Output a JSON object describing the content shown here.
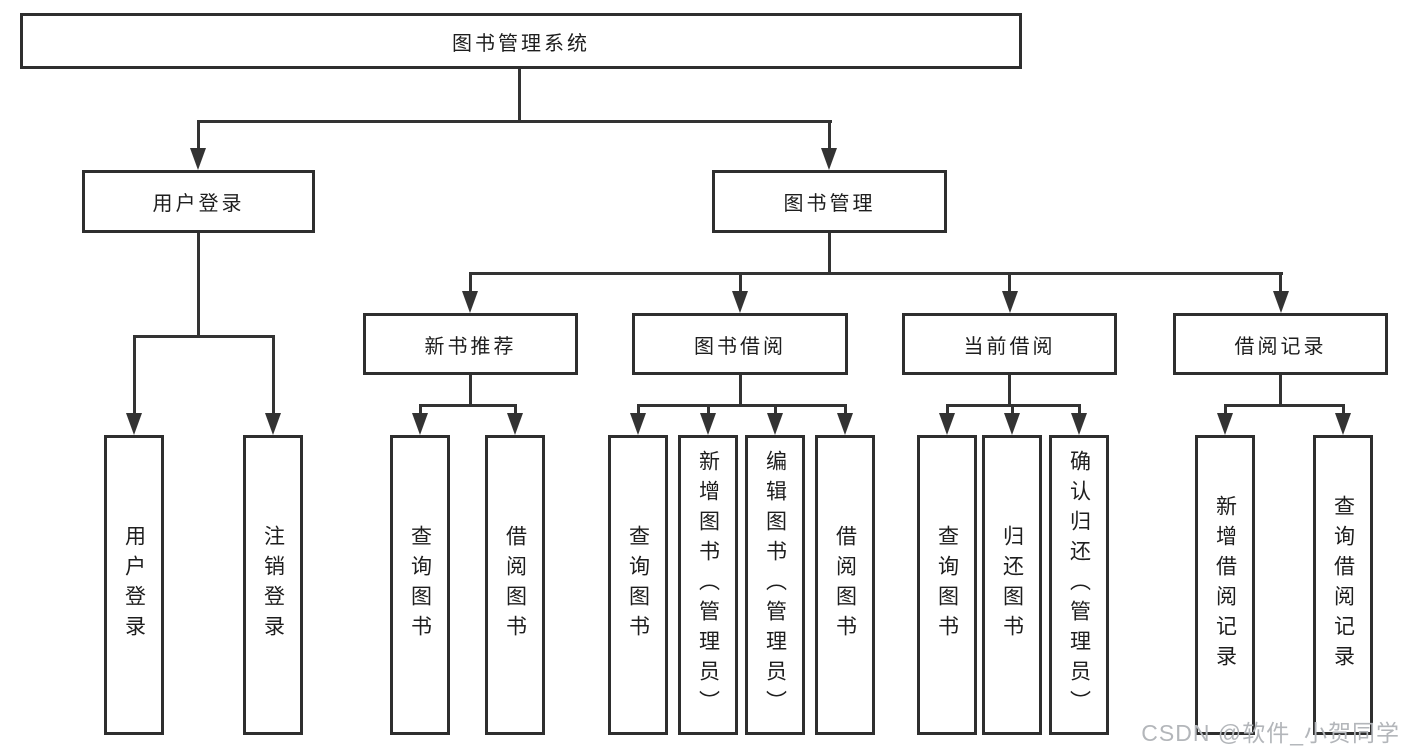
{
  "diagram": {
    "title_box": "图书管理系统",
    "branches": {
      "user": {
        "label": "用户登录",
        "children": [
          "用户登录",
          "注销登录"
        ]
      },
      "books": {
        "label": "图书管理",
        "sections": [
          {
            "label": "新书推荐",
            "children": [
              "查询图书",
              "借阅图书"
            ]
          },
          {
            "label": "图书借阅",
            "children": [
              "查询图书",
              "新增图书（管理员）",
              "编辑图书（管理员）",
              "借阅图书"
            ]
          },
          {
            "label": "当前借阅",
            "children": [
              "查询图书",
              "归还图书",
              "确认归还（管理员）"
            ]
          },
          {
            "label": "借阅记录",
            "children": [
              "新增借阅记录",
              "查询借阅记录"
            ]
          }
        ]
      }
    },
    "watermark": "CSDN @软件_小贺同学",
    "colors": {
      "background": "#ffffff",
      "border": "#2e2e2e",
      "line": "#333333",
      "text": "#1e1e1e",
      "watermark": "#b3b6ba"
    }
  }
}
